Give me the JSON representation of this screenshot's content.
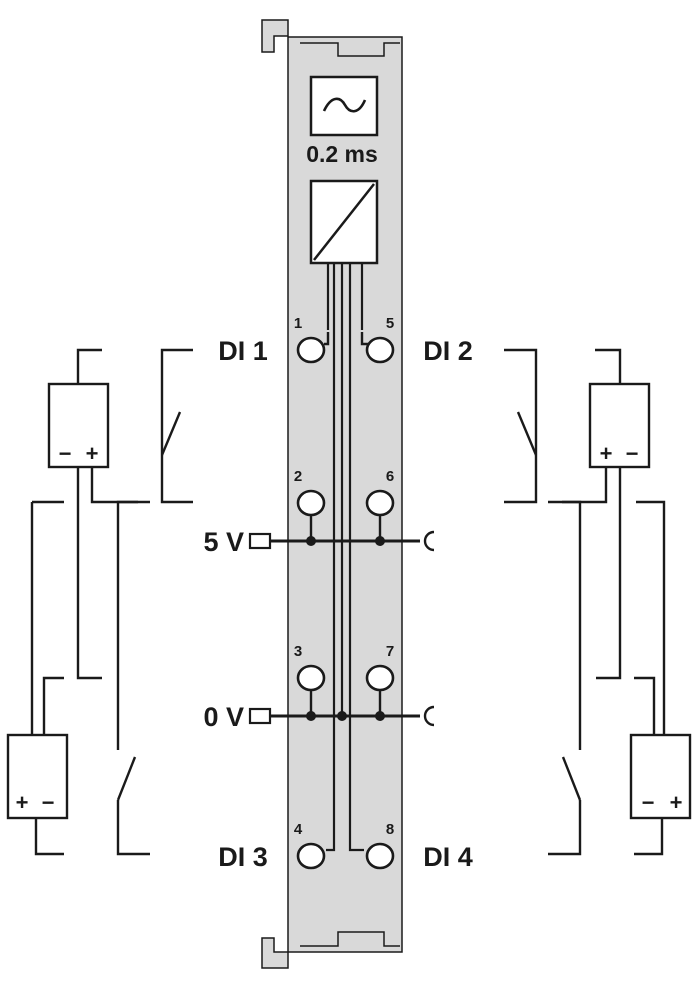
{
  "module": {
    "filter_time": "0.2 ms",
    "filter_icon": "tilde-filter-icon",
    "isolation_icon": "optocoupler-icon",
    "body_color": "#d9d9d9"
  },
  "pins": [
    "1",
    "5",
    "2",
    "6",
    "3",
    "7",
    "4",
    "8"
  ],
  "inputs": {
    "di1": "DI 1",
    "di2": "DI 2",
    "di3": "DI 3",
    "di4": "DI 4"
  },
  "supply": {
    "plus_5v": "5 V",
    "zero_v": "0 V"
  },
  "sensors": {
    "sign_plus": "+",
    "sign_minus": "−"
  }
}
